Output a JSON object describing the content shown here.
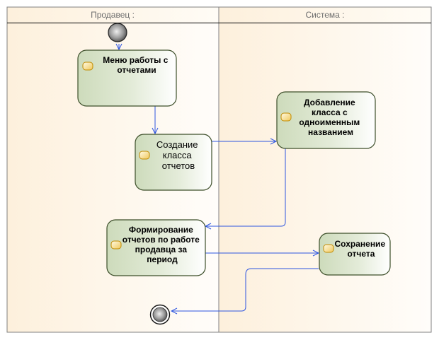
{
  "diagram": {
    "type": "uml-activity-swimlane",
    "lanes": [
      {
        "id": "seller",
        "title": "Продавец :"
      },
      {
        "id": "system",
        "title": "Система :"
      }
    ],
    "nodes": [
      {
        "id": "start",
        "kind": "initial",
        "lane": "seller"
      },
      {
        "id": "menu",
        "kind": "action",
        "lane": "seller",
        "lines": [
          "Меню работы с",
          "отчетами"
        ]
      },
      {
        "id": "create",
        "kind": "action",
        "lane": "seller",
        "lines": [
          "Создание",
          "класса",
          "отчетов"
        ]
      },
      {
        "id": "add",
        "kind": "action",
        "lane": "system",
        "lines": [
          "Добавление",
          "класса с",
          "одноименным",
          "названием"
        ]
      },
      {
        "id": "form",
        "kind": "action",
        "lane": "seller",
        "lines": [
          "Формирование",
          "отчетов по работе",
          "продавца за",
          "период"
        ]
      },
      {
        "id": "save",
        "kind": "action",
        "lane": "system",
        "lines": [
          "Сохранение",
          "отчета"
        ]
      },
      {
        "id": "end",
        "kind": "final",
        "lane": "seller"
      }
    ],
    "edges": [
      {
        "from": "start",
        "to": "menu"
      },
      {
        "from": "menu",
        "to": "create"
      },
      {
        "from": "create",
        "to": "add"
      },
      {
        "from": "add",
        "to": "form"
      },
      {
        "from": "form",
        "to": "save"
      },
      {
        "from": "save",
        "to": "end"
      }
    ],
    "colors": {
      "edge": "#2d55e0",
      "lane_border": "#808080",
      "node_border": "#3d4f2a",
      "node_fill_dark": "#cfdcbf",
      "node_fill_light": "#ffffff",
      "icon_fill": "#f5d77a",
      "icon_border": "#c08a00",
      "lane_bg": "#fff3e0"
    }
  }
}
